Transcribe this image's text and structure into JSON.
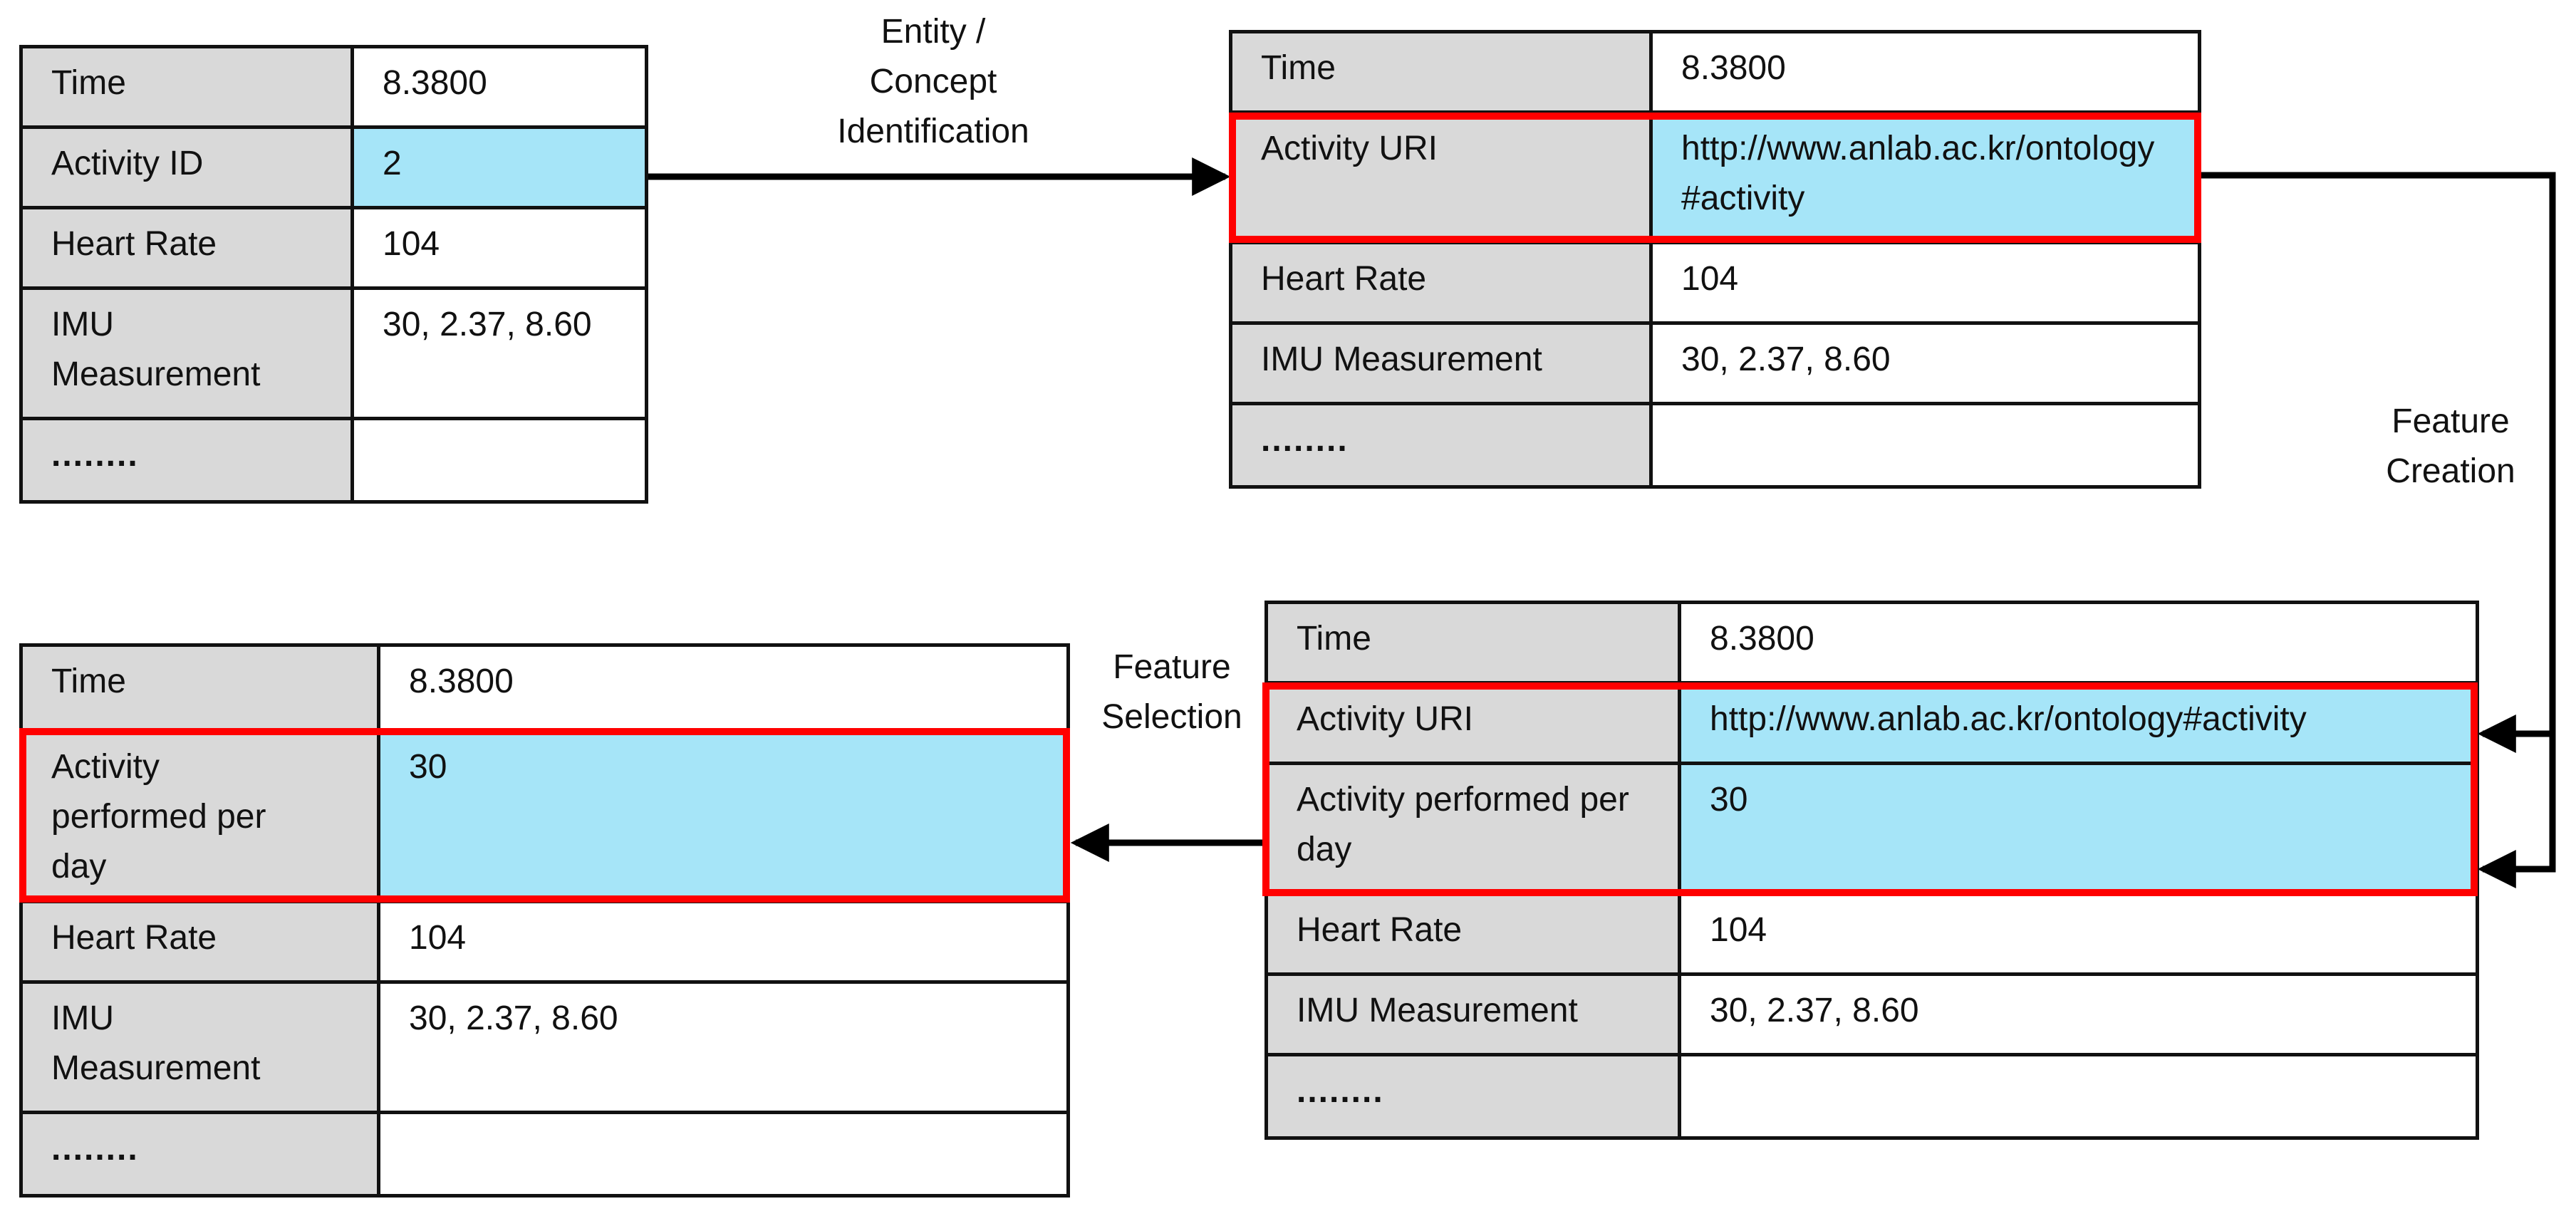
{
  "table_original": {
    "rows": [
      {
        "key": "Time",
        "value": "8.3800"
      },
      {
        "key": "Activity ID",
        "value": "2"
      },
      {
        "key": "Heart Rate",
        "value": "104"
      },
      {
        "key": "IMU Measurement",
        "value": "30, 2.37, 8.60"
      },
      {
        "key": "........",
        "value": ""
      }
    ]
  },
  "table_uri": {
    "rows": [
      {
        "key": "Time",
        "value": "8.3800"
      },
      {
        "key": "Activity URI",
        "value": "http://www.anlab.ac.kr/ontology#activity"
      },
      {
        "key": "Heart Rate",
        "value": "104"
      },
      {
        "key": "IMU Measurement",
        "value": "30, 2.37, 8.60"
      },
      {
        "key": "........",
        "value": ""
      }
    ]
  },
  "table_created": {
    "rows": [
      {
        "key": "Time",
        "value": "8.3800"
      },
      {
        "key": "Activity URI",
        "value": "http://www.anlab.ac.kr/ontology#activity"
      },
      {
        "key": "Activity performed per day",
        "value": "30"
      },
      {
        "key": "Heart Rate",
        "value": "104"
      },
      {
        "key": "IMU Measurement",
        "value": "30, 2.37, 8.60"
      },
      {
        "key": "........",
        "value": ""
      }
    ]
  },
  "table_selected": {
    "rows": [
      {
        "key": "Time",
        "value": "8.3800"
      },
      {
        "key": "Activity performed per day",
        "value": "30"
      },
      {
        "key": "Heart Rate",
        "value": "104"
      },
      {
        "key": "IMU Measurement",
        "value": "30, 2.37, 8.60"
      },
      {
        "key": "........",
        "value": ""
      }
    ]
  },
  "labels": {
    "entity_identification": [
      "Entity /",
      "Concept",
      "Identification"
    ],
    "feature_creation": [
      "Feature",
      "Creation"
    ],
    "feature_selection": [
      "Feature",
      "Selection"
    ]
  },
  "colors": {
    "key_cell": "#d9d9d9",
    "highlight_cell": "#a6e5f8",
    "highlight_border": "#ff0000",
    "border": "#111111"
  }
}
